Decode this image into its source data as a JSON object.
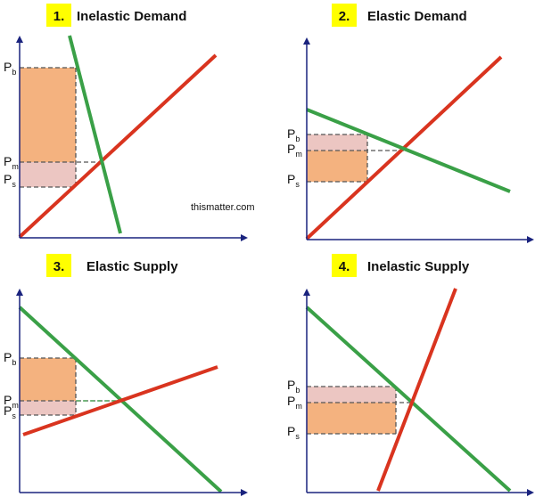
{
  "watermark": "thismatter.com",
  "colors": {
    "axis": "#1a237e",
    "supply": "#d9341f",
    "demand": "#3aa047",
    "burden_large": "#f4b27f",
    "burden_small": "#ecc6c2",
    "badge": "#ffff00",
    "dash": "#555555"
  },
  "price_labels": {
    "b": {
      "base": "P",
      "sub": "b"
    },
    "m": {
      "base": "P",
      "sub": "m"
    },
    "s": {
      "base": "P",
      "sub": "s"
    }
  },
  "panels": [
    {
      "number": "1.",
      "title": "Inelastic Demand"
    },
    {
      "number": "2.",
      "title": "Elastic Demand"
    },
    {
      "number": "3.",
      "title": "Elastic Supply"
    },
    {
      "number": "4.",
      "title": "Inelastic Supply"
    }
  ]
}
